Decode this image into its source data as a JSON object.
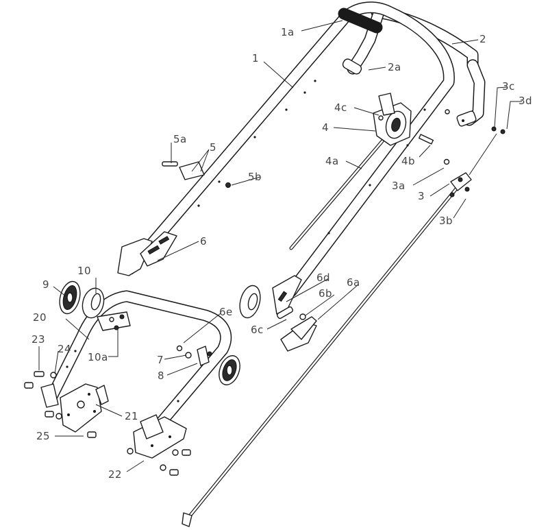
{
  "callouts": {
    "c_1a": "1a",
    "c_2": "2",
    "c_1": "1",
    "c_2a": "2a",
    "c_3c": "3c",
    "c_3d": "3d",
    "c_4c": "4c",
    "c_4": "4",
    "c_5a": "5a",
    "c_5": "5",
    "c_4a": "4a",
    "c_4b": "4b",
    "c_5b": "5b",
    "c_3a": "3a",
    "c_3": "3",
    "c_3b": "3b",
    "c_6": "6",
    "c_10": "10",
    "c_9": "9",
    "c_6d": "6d",
    "c_6a": "6a",
    "c_6b": "6b",
    "c_20": "20",
    "c_6e": "6e",
    "c_6c": "6c",
    "c_23": "23",
    "c_10a": "10a",
    "c_24": "24",
    "c_7": "7",
    "c_8": "8",
    "c_21": "21",
    "c_25": "25",
    "c_22": "22"
  }
}
